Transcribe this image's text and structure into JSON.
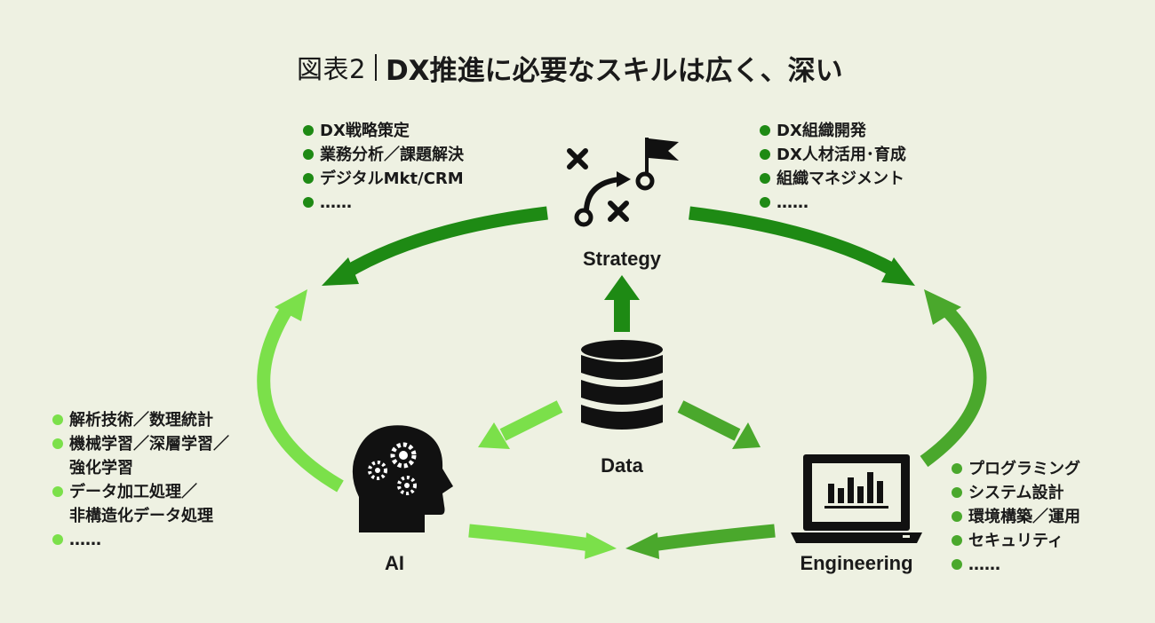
{
  "title": {
    "prefix": "図表2",
    "main": "DX推進に必要なスキルは広く、深い"
  },
  "nodes": {
    "strategy": "Strategy",
    "data": "Data",
    "ai": "AI",
    "engineering": "Engineering"
  },
  "lists": {
    "strategy": [
      "DX戦略策定",
      "業務分析／課題解決",
      "デジタルMkt/CRM",
      "……"
    ],
    "organization": [
      "DX組織開発",
      "DX人材活用･育成",
      "組織マネジメント",
      "……"
    ],
    "ai": {
      "item1": "解析技術／数理統計",
      "item2_line1": "機械学習／深層学習／",
      "item2_line2": "強化学習",
      "item3_line1": "データ加工処理／",
      "item3_line2": "非構造化データ処理",
      "item4": "……"
    },
    "engineering": [
      "プログラミング",
      "システム設計",
      "環境構築／運用",
      "セキュリティ",
      "……"
    ]
  },
  "colors": {
    "background": "#eef1e2",
    "dark_green": "#1e8a14",
    "mid_green": "#4aa82c",
    "light_green": "#7be04a",
    "icon": "#111111"
  },
  "icons": [
    "strategy-playbook-icon",
    "database-icon",
    "ai-head-gears-icon",
    "laptop-chart-icon"
  ]
}
